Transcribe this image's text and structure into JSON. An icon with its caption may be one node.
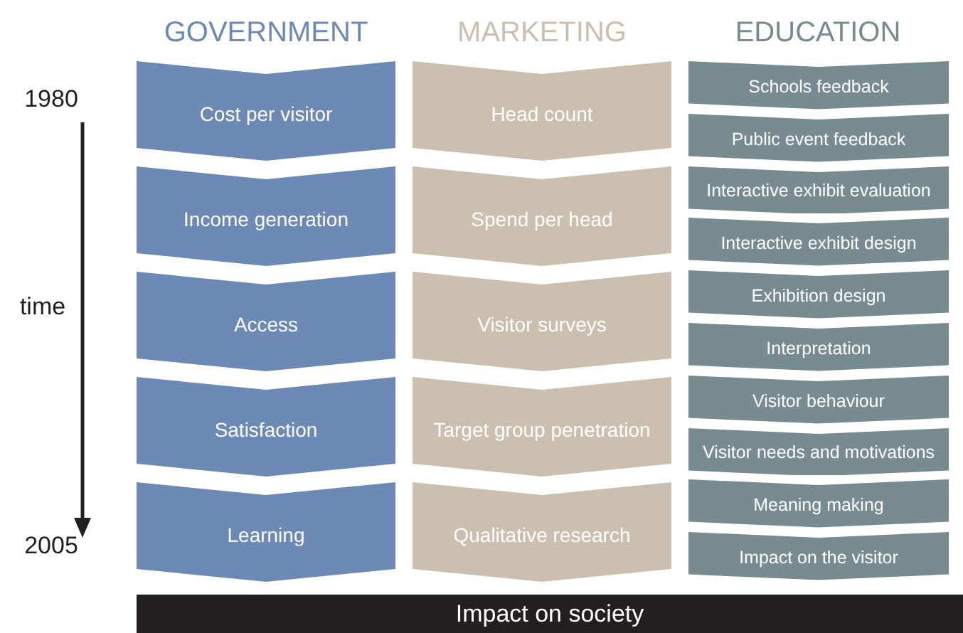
{
  "diagram": {
    "nodes": [
      {
        "text": [
          "Cost per visitor"
        ]
      },
      {
        "text": [
          "Income generation"
        ]
      },
      {
        "text": [
          "Access"
        ]
      },
      {
        "text": [
          "Satisfaction"
        ]
      },
      {
        "text": [
          "Learning"
        ]
      },
      {
        "text": [
          "Head count"
        ]
      },
      {
        "text": [
          "Spend per head"
        ]
      },
      {
        "text": [
          "Visitor surveys"
        ]
      },
      {
        "text": [
          "Target group penetration"
        ]
      },
      {
        "text": [
          "Qualitative research"
        ]
      },
      {
        "text": [
          "Schools feedback"
        ]
      },
      {
        "text": [
          "Public event feedback"
        ]
      },
      {
        "text": [
          "Interactive exhibit evaluation"
        ]
      },
      {
        "text": [
          "Interactive exhibit design"
        ]
      },
      {
        "text": [
          "Exhibition design"
        ]
      },
      {
        "text": [
          "Interpretation"
        ]
      },
      {
        "text": [
          "Visitor behaviour"
        ]
      },
      {
        "text": [
          "Visitor needs and motivations"
        ]
      },
      {
        "text": [
          "Meaning making"
        ]
      },
      {
        "text": [
          "Impact on the visitor"
        ]
      },
      {
        "text": [
          "Impact on society"
        ]
      }
    ],
    "labels": [
      "GOVERNMENT",
      "MARKETING",
      "EDUCATION",
      "1980",
      "time",
      "2005"
    ]
  }
}
